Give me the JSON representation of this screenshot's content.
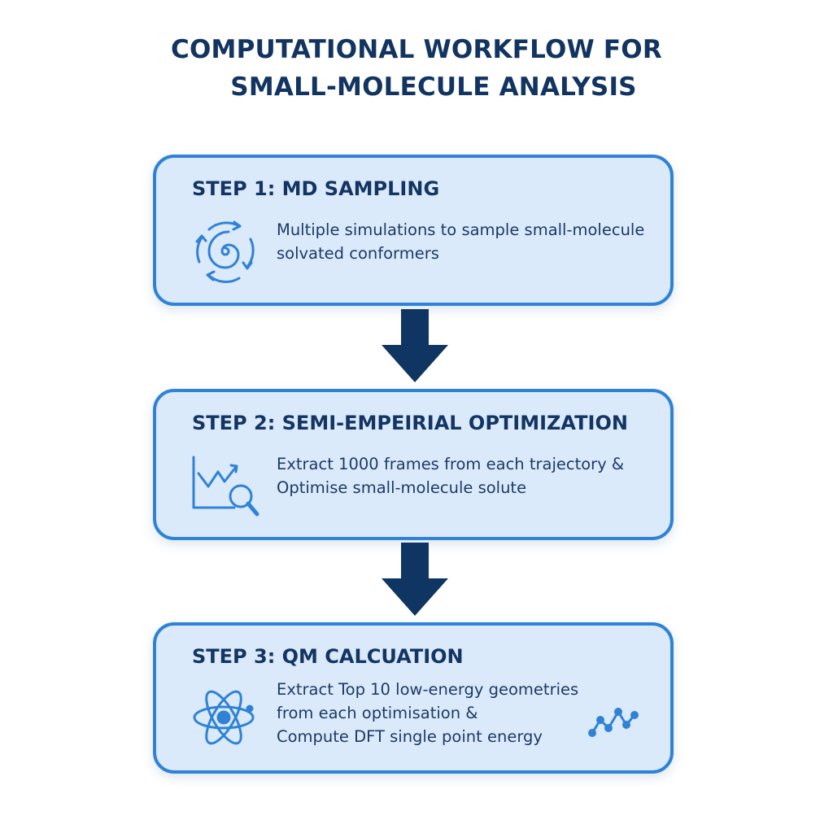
{
  "title": {
    "line1": "COMPUTATIONAL WORKFLOW FOR",
    "line2": "SMALL-MOLECULE ANALYSIS"
  },
  "steps": [
    {
      "title": "STEP 1: MD SAMPLING",
      "description": [
        "Multiple simulations to sample small-molecule",
        "solvated conformers"
      ],
      "icon": "cycle-spiral-icon"
    },
    {
      "title": "STEP 2: SEMI-EMPEIRIAL OPTIMIZATION",
      "description": [
        "Extract 1000 frames from each trajectory &",
        "Optimise small-molecule solute"
      ],
      "icon": "chart-magnifier-icon"
    },
    {
      "title": "STEP 3: QM CALCUATION",
      "description": [
        "Extract Top 10 low-energy geometries",
        "from each optimisation &",
        "Compute DFT single point energy"
      ],
      "icon": "atom-icon",
      "secondary_icon": "line-graph-icon"
    }
  ],
  "colors": {
    "title": "#123461",
    "box_border": "#2f82d6",
    "box_fill": "#dbeafb",
    "arrow": "#0f3563",
    "icon": "#2f82d6"
  }
}
